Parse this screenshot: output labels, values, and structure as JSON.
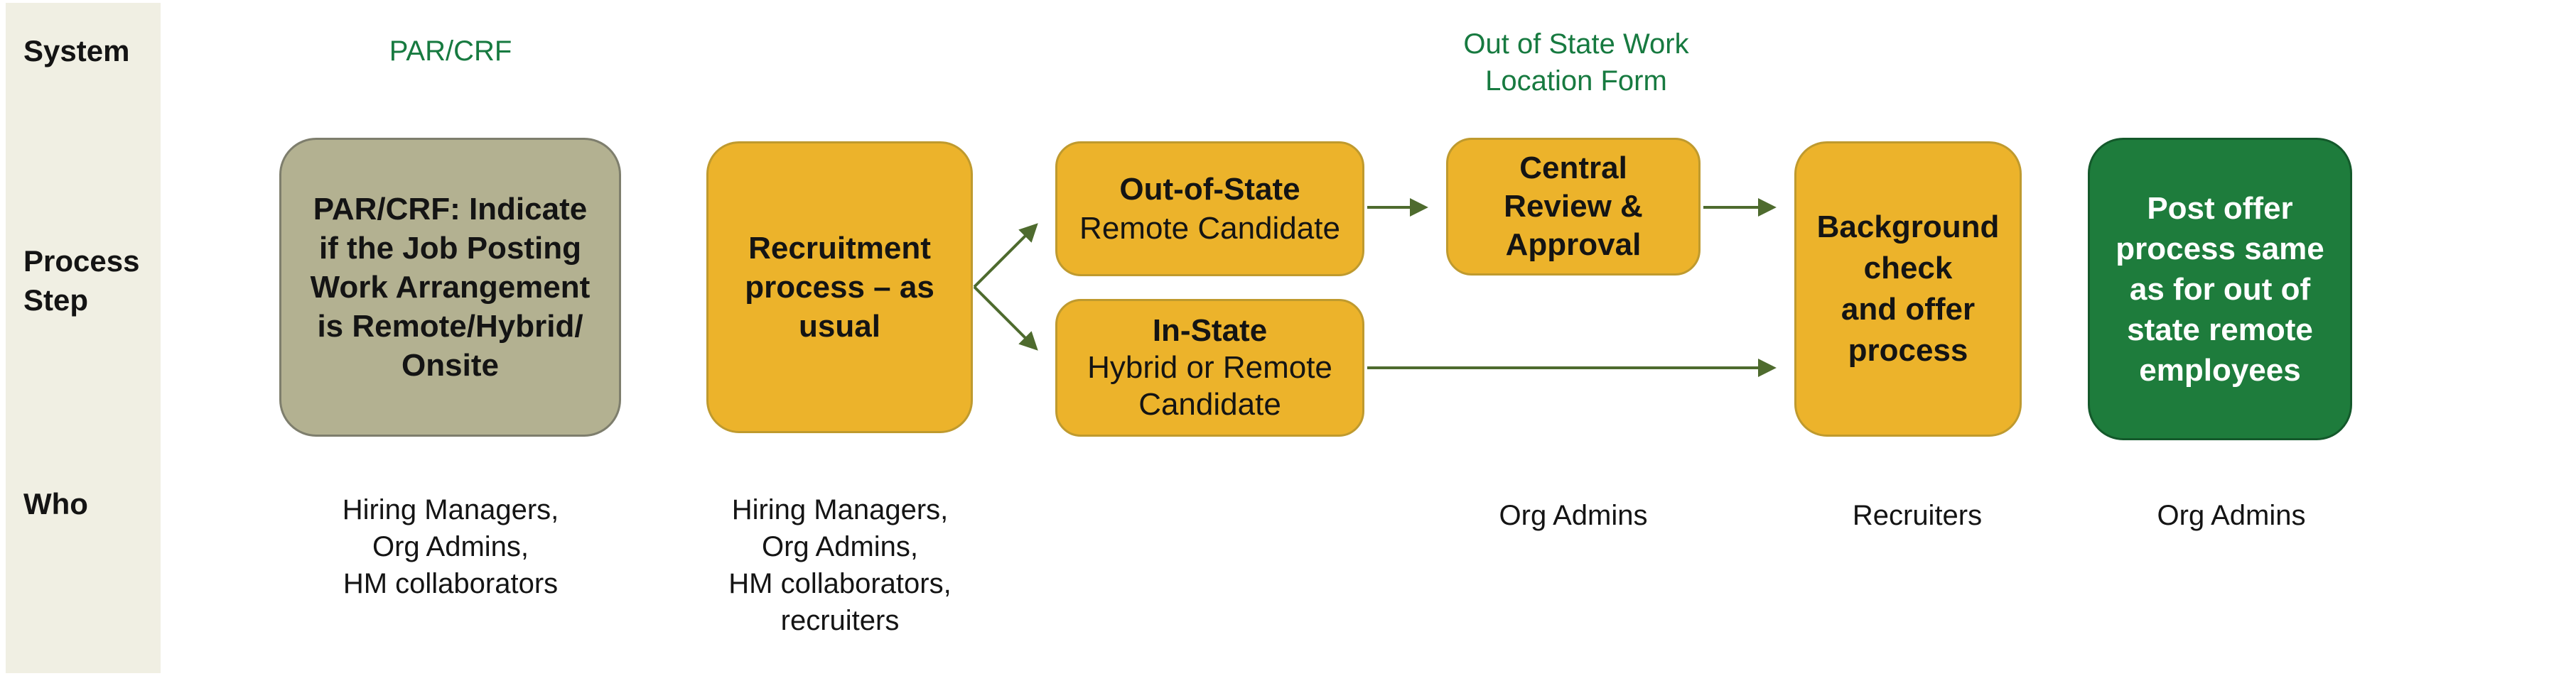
{
  "colors": {
    "background": "#ffffff",
    "sidebar_bg": "#f0efe3",
    "text": "#141414",
    "white_text": "#ffffff",
    "green_text": "#177a40",
    "arrow": "#4e6b2e",
    "olive_fill": "#b3b191",
    "olive_border": "#7e7e6d",
    "yellow_fill": "#ecb32b",
    "yellow_border": "#bf9a2e",
    "green_fill": "#1e7c3c",
    "green_border": "#14592b"
  },
  "sidebar": {
    "system": "System",
    "process": [
      "Process",
      "Step"
    ],
    "who": "Who"
  },
  "system_labels": {
    "par_crf": "PAR/CRF",
    "out_of_state_form": [
      "Out of State Work",
      "Location Form"
    ]
  },
  "boxes": [
    {
      "id": "par-crf-indicate",
      "lines": [
        "PAR/CRF: Indicate",
        "if the Job Posting",
        "Work Arrangement",
        "is Remote/Hybrid/",
        "Onsite"
      ]
    },
    {
      "id": "recruitment",
      "lines": [
        "Recruitment",
        "process – as",
        "usual"
      ]
    },
    {
      "id": "out-of-state",
      "lines": [
        "Out-of-State",
        "Remote Candidate"
      ]
    },
    {
      "id": "in-state",
      "lines": [
        "In-State",
        "Hybrid or Remote",
        "Candidate"
      ]
    },
    {
      "id": "central-review",
      "lines": [
        "Central",
        "Review &",
        "Approval"
      ]
    },
    {
      "id": "background-check",
      "lines": [
        "Background",
        "check",
        "and offer",
        "process"
      ]
    },
    {
      "id": "post-offer",
      "lines": [
        "Post offer",
        "process same",
        "as for out of",
        "state remote",
        "employees"
      ]
    }
  ],
  "who": [
    {
      "lines": [
        "Hiring Managers,",
        "Org Admins,",
        "HM collaborators"
      ]
    },
    {
      "lines": [
        "Hiring Managers,",
        "Org Admins,",
        "HM collaborators,",
        "recruiters"
      ]
    },
    {
      "lines": [
        "Org Admins"
      ]
    },
    {
      "lines": [
        "Recruiters"
      ]
    },
    {
      "lines": [
        "Org Admins"
      ]
    }
  ]
}
